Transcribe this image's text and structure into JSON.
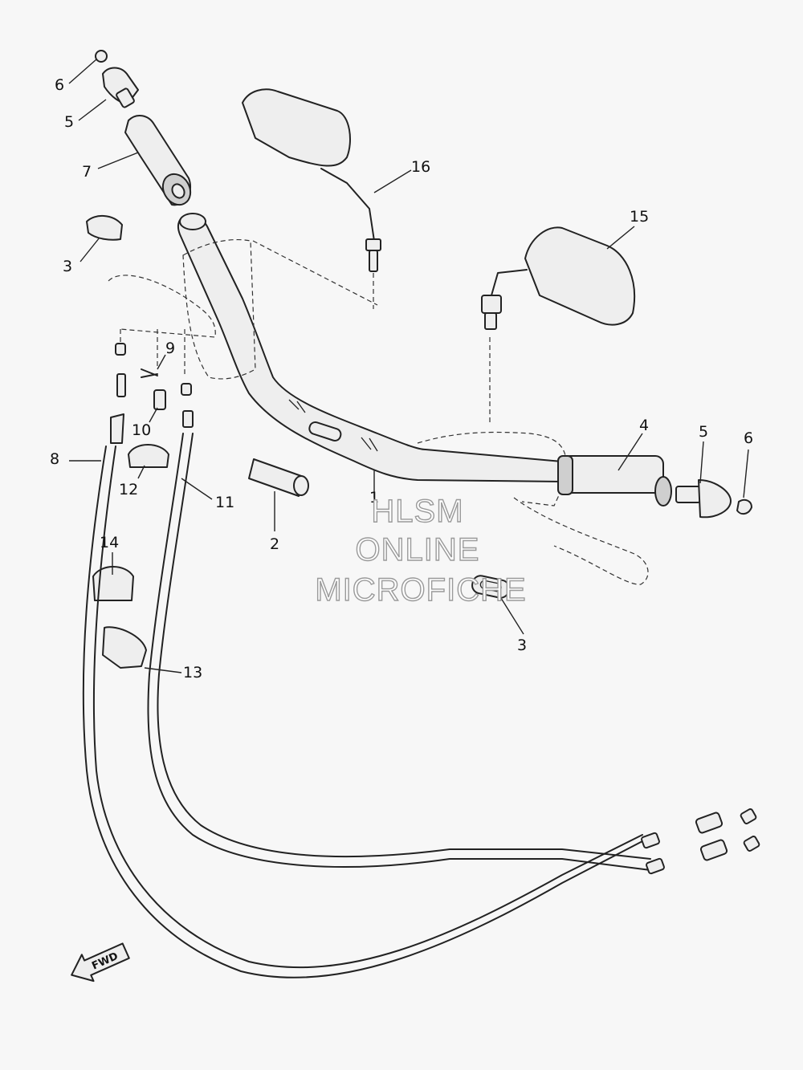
{
  "callouts": {
    "c1": "1",
    "c2": "2",
    "c3a": "3",
    "c3b": "3",
    "c4": "4",
    "c5a": "5",
    "c5b": "5",
    "c6a": "6",
    "c6b": "6",
    "c7": "7",
    "c8": "8",
    "c9": "9",
    "c10": "10",
    "c11": "11",
    "c12": "12",
    "c13": "13",
    "c14": "14",
    "c15": "15",
    "c16": "16"
  },
  "watermark": {
    "line1": "HLSM",
    "line2": "ONLINE",
    "line3": "MICROFICHE"
  },
  "direction_arrow": {
    "label": "FWD",
    "icon": "forward-arrow-icon"
  }
}
